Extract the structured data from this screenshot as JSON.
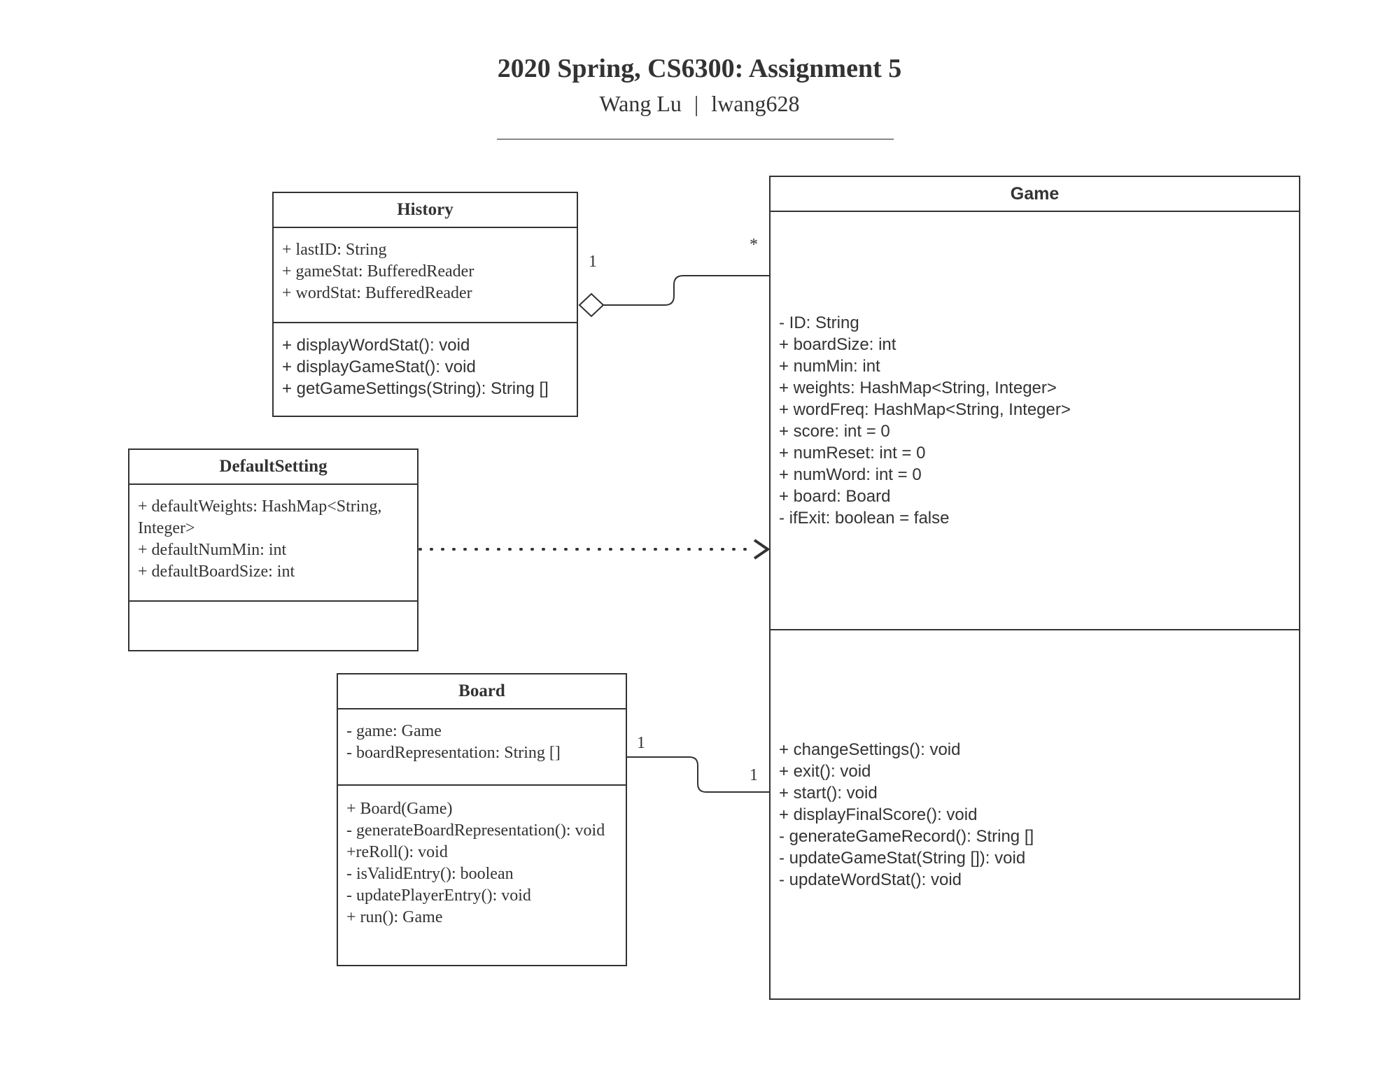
{
  "header": {
    "title": "2020 Spring, CS6300: Assignment 5",
    "author": "Wang Lu",
    "separator": "|",
    "user_id": "lwang628"
  },
  "classes": {
    "history": {
      "name": "History",
      "attributes": [
        "+ lastID: String",
        "+ gameStat: BufferedReader",
        "+ wordStat: BufferedReader"
      ],
      "methods": [
        "+ displayWordStat(): void",
        "+ displayGameStat(): void",
        "+ getGameSettings(String): String []"
      ]
    },
    "default_setting": {
      "name": "DefaultSetting",
      "attributes": [
        "+ defaultWeights: HashMap<String, Integer>",
        "+ defaultNumMin: int",
        "+ defaultBoardSize: int"
      ],
      "methods": []
    },
    "board": {
      "name": "Board",
      "attributes": [
        "- game: Game",
        "- boardRepresentation: String []"
      ],
      "methods": [
        "+ Board(Game)",
        "- generateBoardRepresentation(): void",
        "+reRoll():  void",
        "- isValidEntry(): boolean",
        "- updatePlayerEntry(): void",
        "+ run(): Game"
      ]
    },
    "game": {
      "name": "Game",
      "attributes": [
        "- ID: String",
        "+ boardSize: int",
        "+ numMin: int",
        "+ weights: HashMap<String, Integer>",
        "+ wordFreq: HashMap<String, Integer>",
        "+ score: int = 0",
        "+ numReset: int = 0",
        "+ numWord: int = 0",
        "+ board: Board",
        "- ifExit: boolean = false"
      ],
      "methods": [
        "+ changeSettings(): void",
        "+ exit(): void",
        "+ start(): void",
        "+ displayFinalScore(): void",
        "- generateGameRecord(): String []",
        "- updateGameStat(String []): void",
        "- updateWordStat(): void"
      ]
    }
  },
  "relationships": {
    "history_game": {
      "type": "aggregation",
      "source_multiplicity": "1",
      "target_multiplicity": "*"
    },
    "default_setting_game": {
      "type": "dependency"
    },
    "board_game": {
      "type": "association",
      "source_multiplicity": "1",
      "target_multiplicity": "1"
    }
  }
}
